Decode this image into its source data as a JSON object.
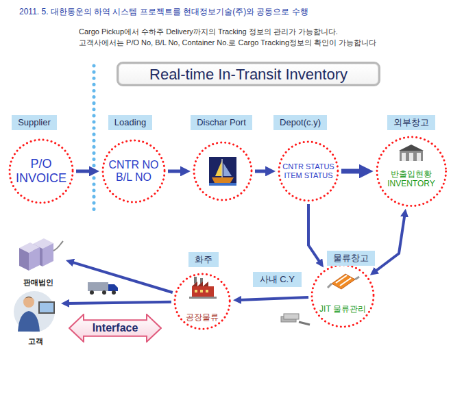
{
  "diagram": {
    "title": "2011. 5. 대한통운의 하역 시스템 프로젝트를 현대정보기술(주)와 공동으로 수행",
    "nodes": [
      {
        "text": [
          "Real-time In-Transit Inventory"
        ]
      },
      {
        "text": [
          "Supplier",
          "P/O INVOICE"
        ]
      },
      {
        "text": [
          "Loading",
          "CNTR NO B/L NO"
        ]
      },
      {
        "text": [
          "Dischar Port"
        ]
      },
      {
        "text": [
          "Depot(c.y)",
          "CNTR STATUS ITEM STATUS"
        ]
      },
      {
        "text": [
          "외부창고",
          "반출입현황 INVENTORY"
        ]
      },
      {
        "text": [
          "물류창고",
          "JIT 물류관리"
        ]
      },
      {
        "text": [
          "화주",
          "공장물류"
        ]
      },
      {
        "text": [
          "판매법인"
        ]
      },
      {
        "text": [
          "고객"
        ]
      },
      {
        "text": [
          "Interface"
        ]
      }
    ],
    "edges": [
      {
        "from": 1,
        "to": 2,
        "arrow": "to"
      },
      {
        "from": 2,
        "to": 3,
        "arrow": "to"
      },
      {
        "from": 3,
        "to": 4,
        "arrow": "to"
      },
      {
        "from": 4,
        "to": 5,
        "arrow": "to"
      },
      {
        "from": 4,
        "to": 6,
        "arrow": "to"
      },
      {
        "from": 5,
        "to": 6,
        "arrow": "both"
      },
      {
        "from": 6,
        "to": 7,
        "label": "사내 C.Y",
        "arrow": "to"
      },
      {
        "from": 7,
        "to": 8,
        "arrow": "to"
      },
      {
        "from": 7,
        "to": 9,
        "arrow": "to"
      }
    ],
    "labels": [
      "Cargo Pickup에서 수하주 Delivery까지의 Tracking 정보의 관리가 가능합니다.",
      "고객사에서는 P/O No, B/L No, Container No.로 Cargo Tracking정보의 확인이 가능합니다"
    ]
  }
}
